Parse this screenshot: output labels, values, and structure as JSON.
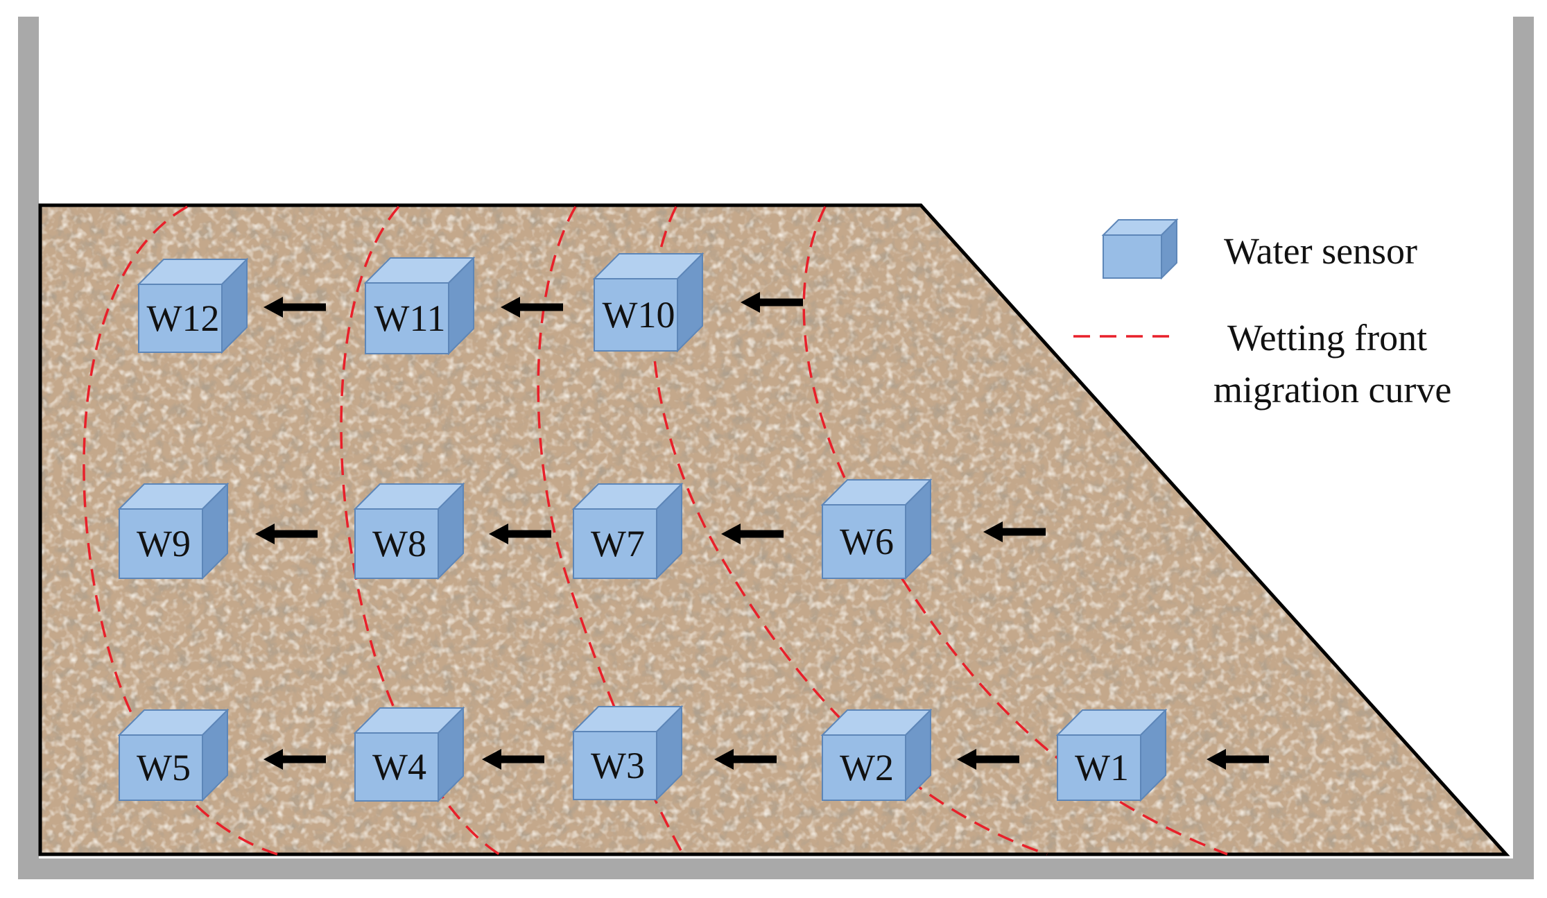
{
  "legend": {
    "sensor_label": "Water sensor",
    "curve_label_line1": "Wetting front",
    "curve_label_line2": "migration curve"
  },
  "sensors": [
    {
      "id": "W1",
      "label": "W1"
    },
    {
      "id": "W2",
      "label": "W2"
    },
    {
      "id": "W3",
      "label": "W3"
    },
    {
      "id": "W4",
      "label": "W4"
    },
    {
      "id": "W5",
      "label": "W5"
    },
    {
      "id": "W6",
      "label": "W6"
    },
    {
      "id": "W7",
      "label": "W7"
    },
    {
      "id": "W8",
      "label": "W8"
    },
    {
      "id": "W9",
      "label": "W9"
    },
    {
      "id": "W10",
      "label": "W10"
    },
    {
      "id": "W11",
      "label": "W11"
    },
    {
      "id": "W12",
      "label": "W12"
    }
  ],
  "colors": {
    "soil": "#c4a88b",
    "soil_speck_dark": "#8f7a64",
    "soil_speck_light": "#e2d2bd",
    "sensor_front": "#98bde6",
    "sensor_top": "#b3d0f0",
    "sensor_side": "#6f98c9",
    "sensor_edge": "#5d86b8",
    "curve": "#e8202a",
    "arrow": "#000000",
    "wall": "#a9a9a9"
  }
}
